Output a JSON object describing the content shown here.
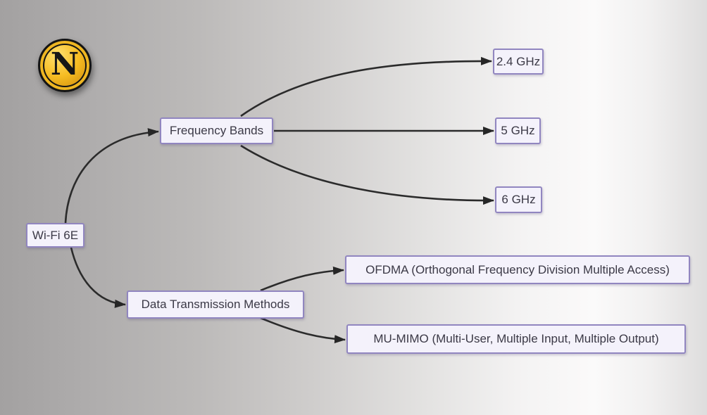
{
  "colors": {
    "node_fill": "#f4f2fb",
    "node_border": "#9186c0",
    "node_text": "#3b3946",
    "connector": "#2b2b2b",
    "logo_gold": "#f2b527",
    "logo_black": "#141414"
  },
  "logo": {
    "letter": "N"
  },
  "diagram": {
    "root": {
      "label": "Wi-Fi 6E"
    },
    "branches": [
      {
        "label": "Frequency Bands",
        "children": [
          {
            "label": "2.4 GHz"
          },
          {
            "label": "5 GHz"
          },
          {
            "label": "6 GHz"
          }
        ]
      },
      {
        "label": "Data Transmission Methods",
        "children": [
          {
            "label": "OFDMA (Orthogonal Frequency Division Multiple Access)"
          },
          {
            "label": "MU-MIMO (Multi-User, Multiple Input, Multiple Output)"
          }
        ]
      }
    ]
  }
}
